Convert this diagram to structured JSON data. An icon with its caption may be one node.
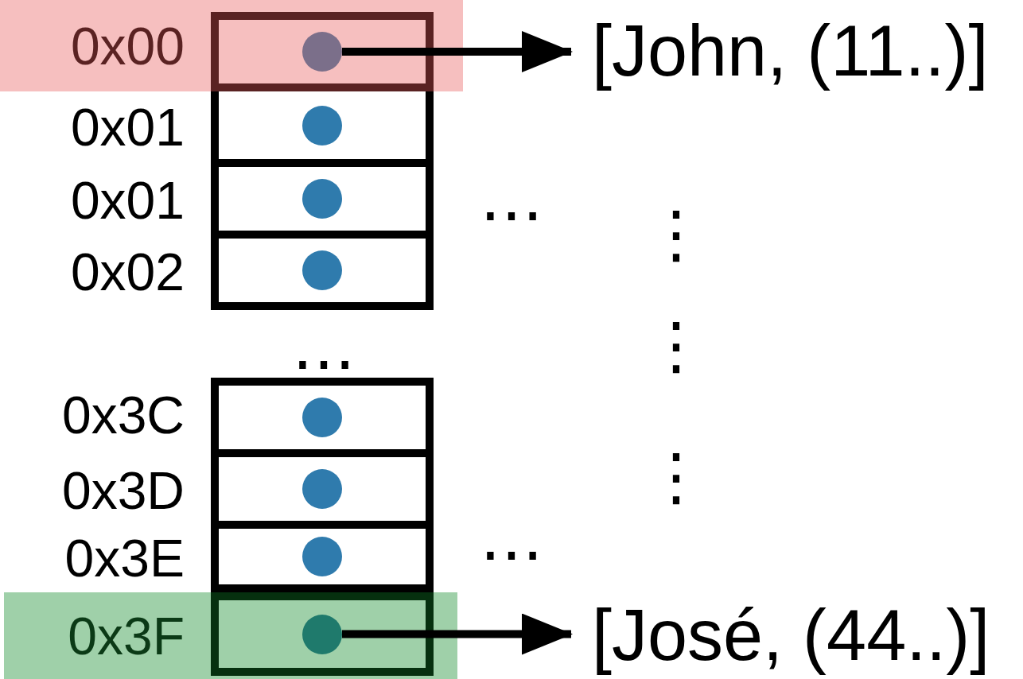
{
  "diagram": {
    "nodes": [
      {
        "text": [
          "0x00"
        ]
      },
      {
        "text": [],
        "shape": "box",
        "in": 0
      },
      {
        "text": [],
        "shape": "circle",
        "in": 1
      },
      {
        "text": [
          "[John, (11..)]"
        ]
      },
      {
        "text": [],
        "shape": "box",
        "beside": [
          "0x01"
        ]
      },
      {
        "text": [],
        "shape": "circle",
        "in": 4
      },
      {
        "text": [],
        "shape": "box",
        "beside": [
          "0x01"
        ]
      },
      {
        "text": [],
        "shape": "circle",
        "in": 6
      },
      {
        "text": [],
        "shape": "box",
        "beside": [
          "0x02"
        ]
      },
      {
        "text": [],
        "shape": "circle",
        "in": 8
      },
      {
        "text": [],
        "shape": "box",
        "beside": [
          "0x3C"
        ]
      },
      {
        "text": [],
        "shape": "circle",
        "in": 10
      },
      {
        "text": [],
        "shape": "box",
        "beside": [
          "0x3D"
        ]
      },
      {
        "text": [],
        "shape": "circle",
        "in": 12
      },
      {
        "text": [],
        "shape": "box",
        "beside": [
          "0x3E"
        ]
      },
      {
        "text": [],
        "shape": "circle",
        "in": 14
      },
      {
        "text": [
          "0x3F"
        ]
      },
      {
        "text": [],
        "shape": "box",
        "in": 16
      },
      {
        "text": [],
        "shape": "circle",
        "in": 17
      },
      {
        "text": [
          "[José, (44..)]"
        ]
      }
    ],
    "edges": [
      {
        "from": 2,
        "to": 3,
        "arrow": "to"
      },
      {
        "from": 18,
        "to": 19,
        "arrow": "to"
      }
    ],
    "labels": [
      "…",
      "⋮",
      "…",
      "⋮",
      "⋮",
      "…"
    ]
  }
}
